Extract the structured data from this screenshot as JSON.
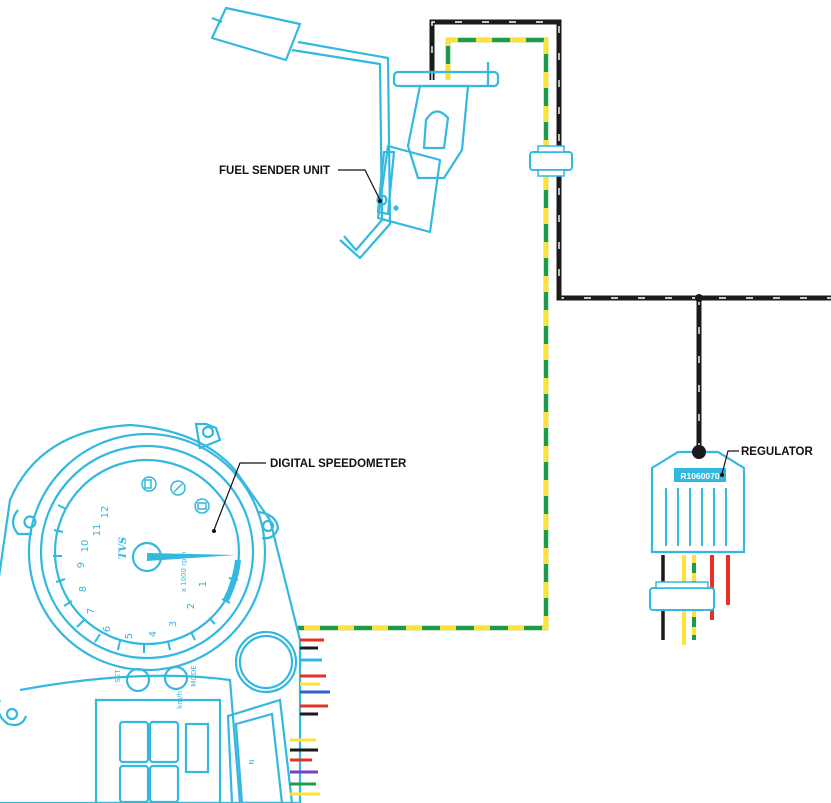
{
  "labels": {
    "fuel_sender": "FUEL SENDER UNIT",
    "speedometer": "DIGITAL SPEEDOMETER",
    "regulator": "REGULATOR"
  },
  "regulator_part": "R1060070",
  "speedometer_face": {
    "brand": "TVS",
    "unit": "x 1000 rpm",
    "ticks": [
      "12",
      "11",
      "10",
      "9",
      "8",
      "7",
      "6",
      "5",
      "4",
      "3",
      "2",
      "1"
    ],
    "buttons": [
      "SET",
      "MODE"
    ],
    "speed_unit": "km/h",
    "indicator": "N"
  },
  "colors": {
    "line_art": "#33b8df",
    "wire_black": "#1a1a1a",
    "wire_green": "#1e9b4a",
    "wire_yellow": "#ffe13a",
    "wire_red": "#e63127",
    "wire_white": "#ffffff"
  },
  "icons": [
    "fuel-pump-icon",
    "wrench-icon",
    "battery-icon"
  ]
}
